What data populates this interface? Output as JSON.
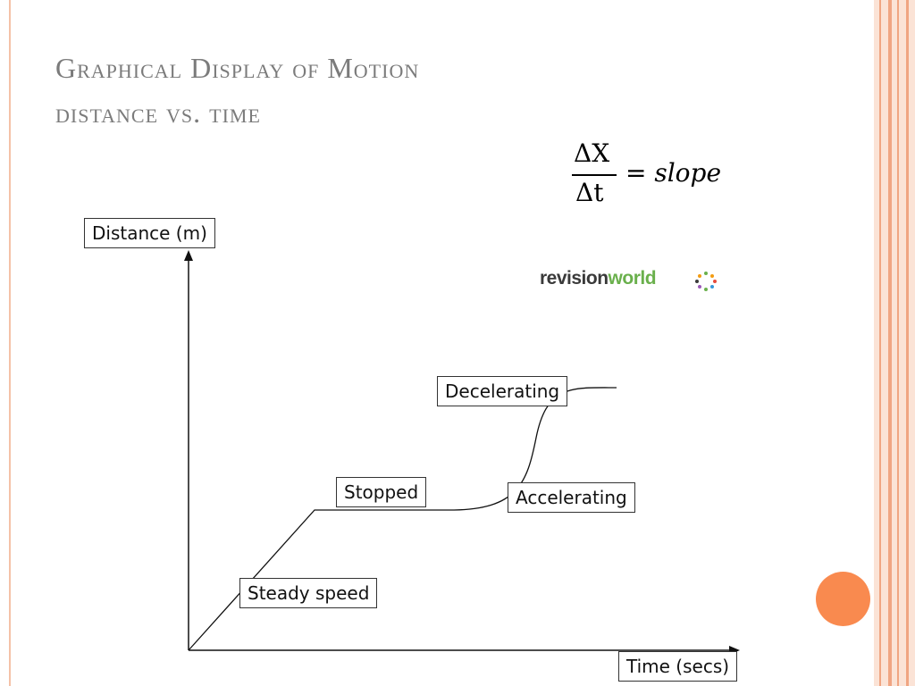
{
  "slide": {
    "title": "Graphical Display of Motion",
    "subtitle": "distance vs. time"
  },
  "formula": {
    "numerator": "ΔX",
    "denominator": "Δt",
    "rhs": "= slope"
  },
  "logo": {
    "part1": "revision",
    "part2": "world"
  },
  "diagram": {
    "y_axis_label": "Distance (m)",
    "x_axis_label": "Time (secs)",
    "segment_labels": {
      "steady": "Steady speed",
      "stopped": "Stopped",
      "accelerating": "Accelerating",
      "decelerating": "Decelerating"
    }
  },
  "colors": {
    "title": "#7b7b7b",
    "accent": "#f98a4f",
    "band": "#fbe3d6",
    "band_line": "#f0a582",
    "logo_dark": "#3a3a3a",
    "logo_green": "#6ab04c"
  }
}
